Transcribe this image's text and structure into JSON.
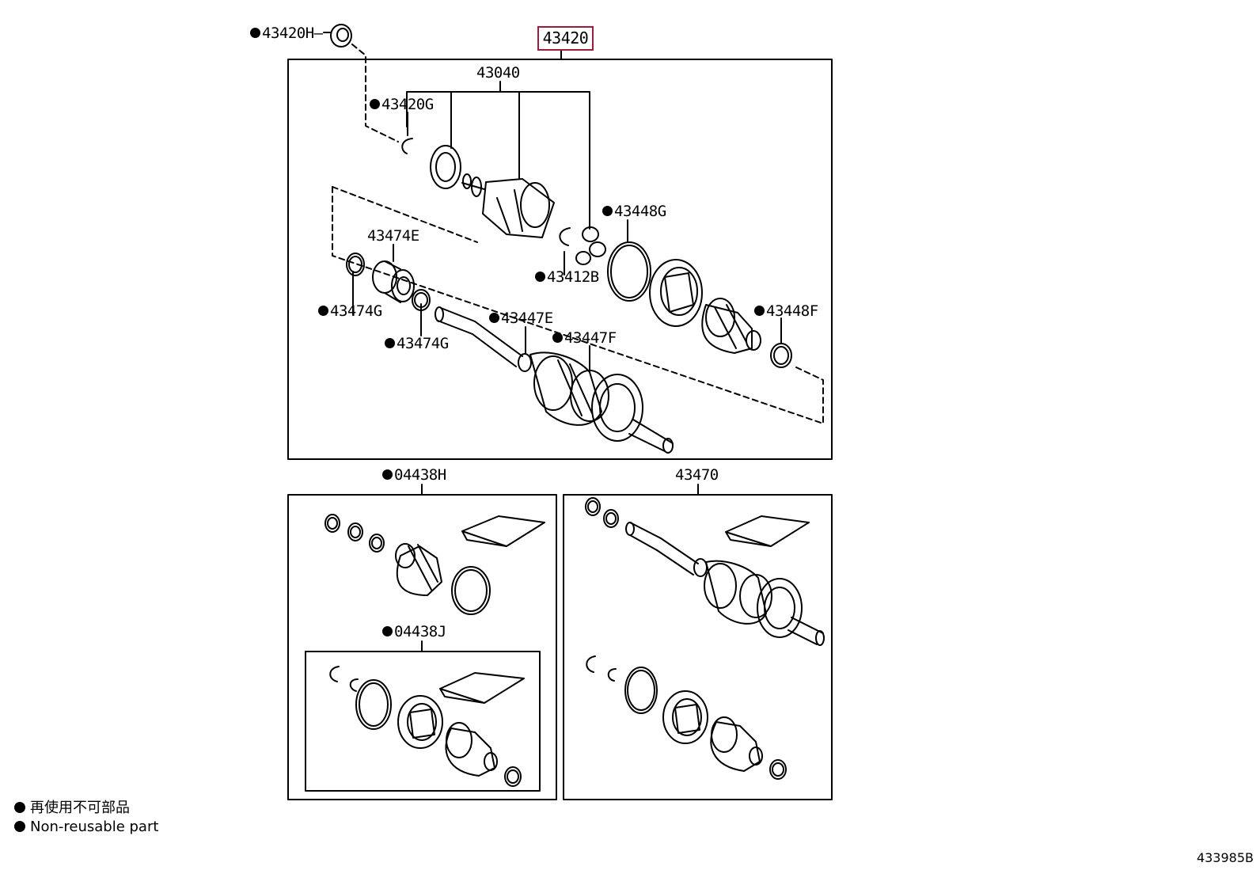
{
  "main_part": "43420",
  "callouts": {
    "c43420h": {
      "code": "43420H",
      "non_reusable": true
    },
    "c43040": {
      "code": "43040",
      "non_reusable": false
    },
    "c43420g": {
      "code": "43420G",
      "non_reusable": true
    },
    "c43448g": {
      "code": "43448G",
      "non_reusable": true
    },
    "c43474e": {
      "code": "43474E",
      "non_reusable": false
    },
    "c43412b": {
      "code": "43412B",
      "non_reusable": true
    },
    "c43474g_a": {
      "code": "43474G",
      "non_reusable": true
    },
    "c43447e": {
      "code": "43447E",
      "non_reusable": true
    },
    "c43448f": {
      "code": "43448F",
      "non_reusable": true
    },
    "c43474g_b": {
      "code": "43474G",
      "non_reusable": true
    },
    "c43447f": {
      "code": "43447F",
      "non_reusable": true
    },
    "c04438h": {
      "code": "04438H",
      "non_reusable": true
    },
    "c43470": {
      "code": "43470",
      "non_reusable": false
    },
    "c04438j": {
      "code": "04438J",
      "non_reusable": true
    }
  },
  "legend": {
    "line1": "再使用不可部品",
    "line2": "Non-reusable part"
  },
  "figure_ref": "433985B"
}
